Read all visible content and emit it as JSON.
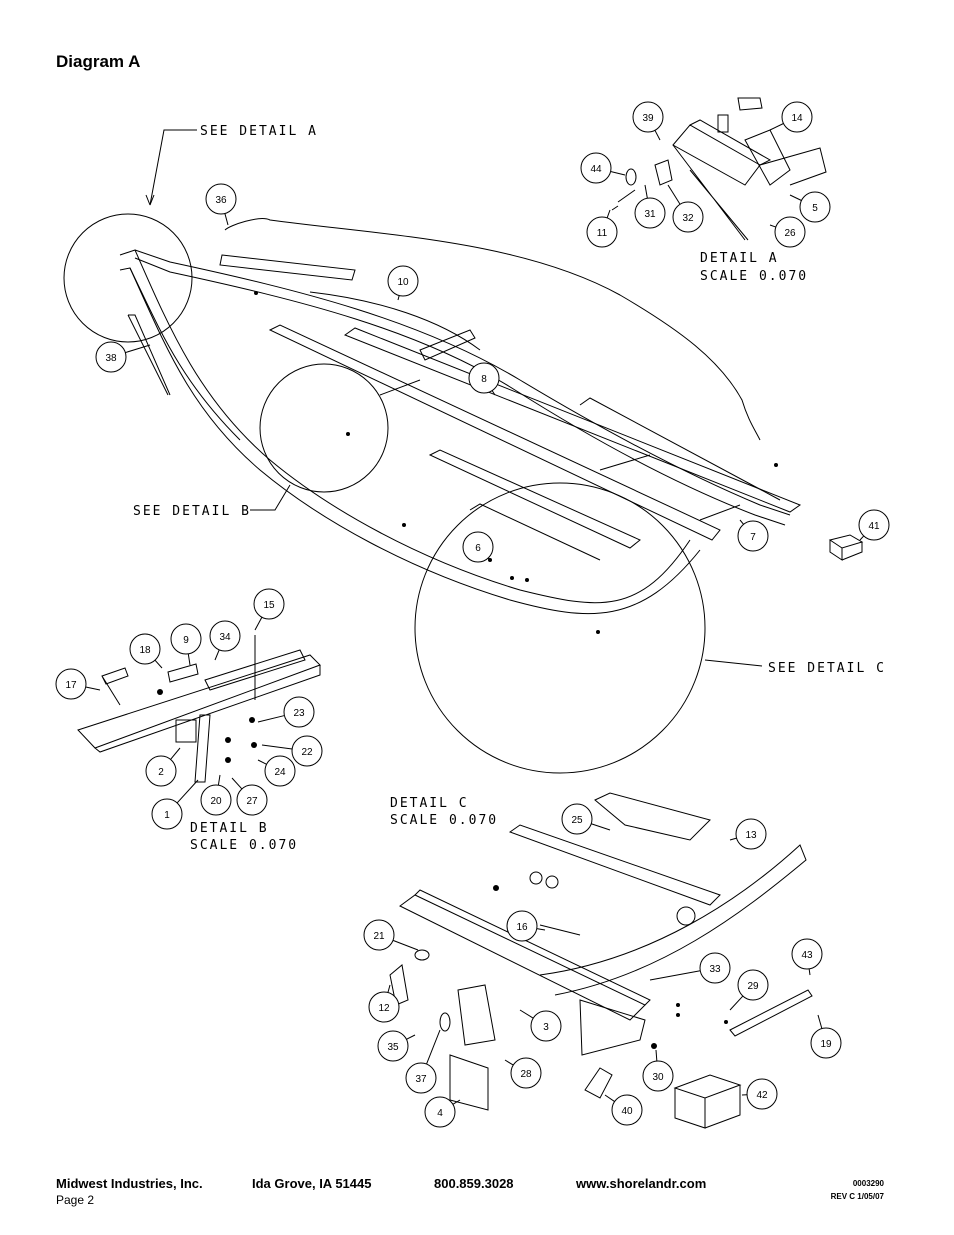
{
  "title": "Diagram A",
  "footer": {
    "company": "Midwest Industries, Inc.",
    "city": "Ida Grove, IA  51445",
    "phone": "800.859.3028",
    "web": "www.shorelandr.com",
    "page": "Page 2",
    "doc_number": "0003290",
    "revision": "REV  C  1/05/07"
  },
  "callouts": {
    "see_a": "SEE DETAIL  A",
    "see_b": "SEE DETAIL  B",
    "see_c": "SEE DETAIL  C",
    "detail_a": "DETAIL  A",
    "detail_b": "DETAIL  B",
    "detail_c": "DETAIL  C",
    "scale": "SCALE  0.070"
  },
  "balloons": [
    "36",
    "10",
    "38",
    "8",
    "7",
    "41",
    "6",
    "39",
    "14",
    "44",
    "31",
    "32",
    "5",
    "11",
    "26",
    "15",
    "9",
    "34",
    "18",
    "17",
    "23",
    "22",
    "24",
    "2",
    "1",
    "20",
    "27",
    "25",
    "13",
    "21",
    "16",
    "33",
    "43",
    "29",
    "12",
    "3",
    "35",
    "37",
    "28",
    "4",
    "40",
    "30",
    "42",
    "19"
  ]
}
